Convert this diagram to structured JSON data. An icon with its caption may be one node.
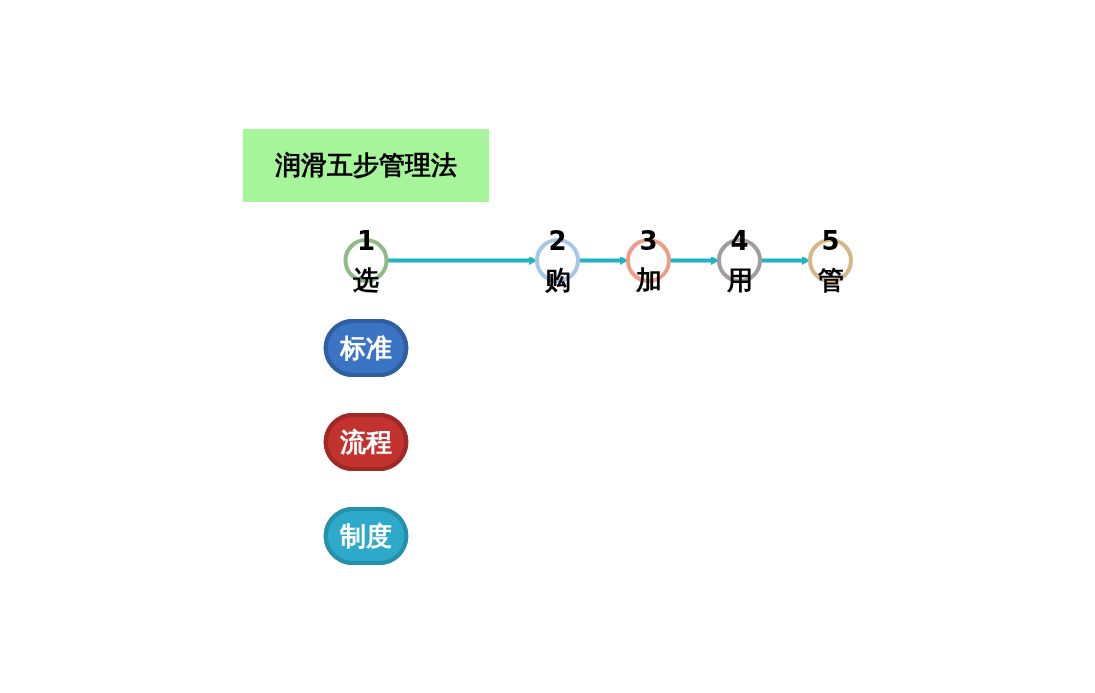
{
  "diagram": {
    "nodes": [
      {
        "text": [
          "润滑五步管理法"
        ]
      },
      {
        "text": [
          "1",
          "选"
        ]
      },
      {
        "text": [
          "2",
          "购"
        ]
      },
      {
        "text": [
          "3",
          "加"
        ]
      },
      {
        "text": [
          "4",
          "用"
        ]
      },
      {
        "text": [
          "5",
          "管"
        ]
      },
      {
        "text": [
          "标准"
        ]
      },
      {
        "text": [
          "流程"
        ]
      },
      {
        "text": [
          "制度"
        ]
      }
    ],
    "edges": [
      {
        "from": 1,
        "to": 2,
        "arrow": "to"
      },
      {
        "from": 2,
        "to": 3,
        "arrow": "to"
      },
      {
        "from": 3,
        "to": 4,
        "arrow": "to"
      },
      {
        "from": 4,
        "to": 5,
        "arrow": "to"
      }
    ]
  }
}
